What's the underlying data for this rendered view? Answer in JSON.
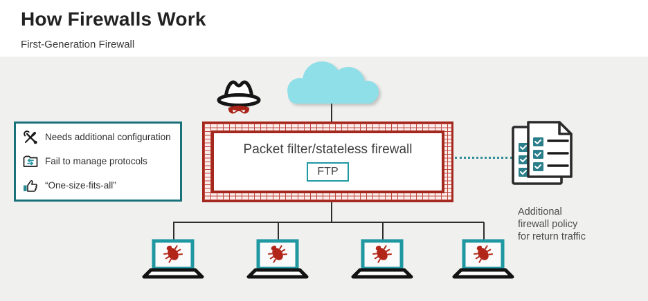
{
  "header": {
    "title": "How Firewalls Work",
    "subtitle": "First-Generation Firewall"
  },
  "diagram": {
    "firewall": {
      "label": "Packet filter/stateless firewall",
      "protocol_badge": "FTP"
    },
    "limitations": {
      "items": [
        {
          "icon": "tools-icon",
          "label": "Needs additional configuration"
        },
        {
          "icon": "transfer-folder-icon",
          "label": "Fail to manage protocols"
        },
        {
          "icon": "thumbs-up-icon",
          "label": "“One-size-fits-all”"
        }
      ]
    },
    "policy_note": "Additional firewall policy for return traffic",
    "icons": {
      "cloud": "internet-cloud-icon",
      "hacker": "hacker-incognito-icon",
      "documents": "policy-documents-icon",
      "laptop": "infected-laptop-icon",
      "bug": "malware-bug-icon"
    },
    "colors": {
      "brick_red": "#a5281e",
      "bug_red": "#b2261a",
      "teal": "#1f98a2",
      "box_teal": "#19727a",
      "cloud": "#8edfe7",
      "stage_bg": "#f0f0ef"
    }
  }
}
